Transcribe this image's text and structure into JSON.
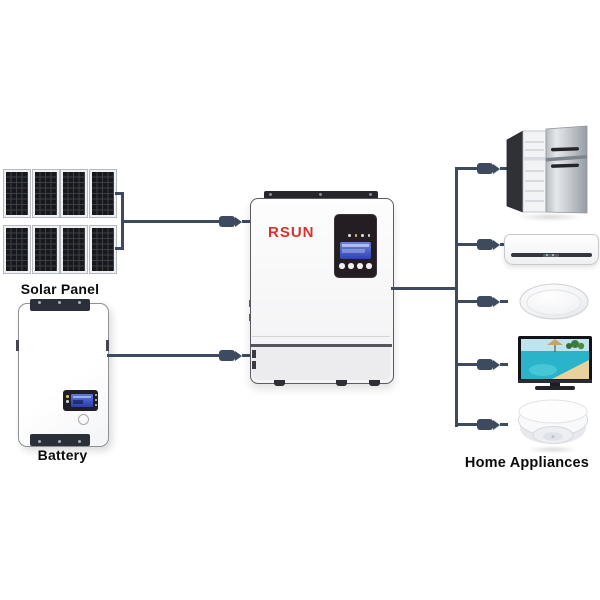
{
  "diagram": {
    "background_color": "#ffffff",
    "wire_color": "#3d4a5f",
    "nodes": {
      "solar_panel": {
        "label": "Solar Panel",
        "panel_rows": 2,
        "panel_columns": 4,
        "panel_count": 8
      },
      "battery": {
        "label": "Battery"
      },
      "inverter": {
        "brand": "RSUN",
        "brand_color": "#d5342c"
      },
      "home_appliances": {
        "label": "Home Appliances",
        "items": [
          {
            "name": "refrigerator"
          },
          {
            "name": "air-conditioner"
          },
          {
            "name": "ceiling-light"
          },
          {
            "name": "television"
          },
          {
            "name": "ceiling-fan-light"
          }
        ]
      }
    },
    "connections": [
      {
        "from": "solar_panel",
        "to": "inverter",
        "type": "cable-with-plug"
      },
      {
        "from": "battery",
        "to": "inverter",
        "type": "cable-with-plug"
      },
      {
        "from": "inverter",
        "to": "home_appliances",
        "type": "distribution-bus",
        "branches": 5
      }
    ]
  }
}
